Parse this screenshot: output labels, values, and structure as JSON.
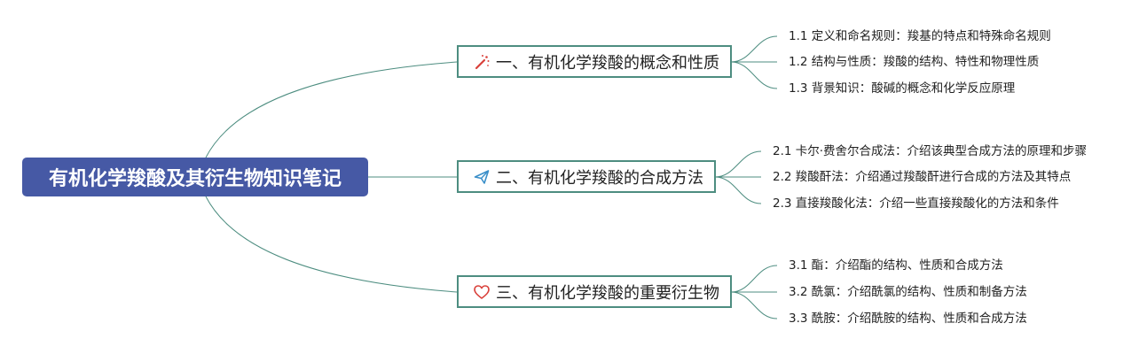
{
  "root": {
    "title": "有机化学羧酸及其衍生物知识笔记"
  },
  "branches": [
    {
      "label": "一、有机化学羧酸的概念和性质",
      "icon": "magic-wand-icon",
      "children": [
        "1.1 定义和命名规则：羧基的特点和特殊命名规则",
        "1.2 结构与性质：羧酸的结构、特性和物理性质",
        "1.3 背景知识：酸碱的概念和化学反应原理"
      ]
    },
    {
      "label": "二、有机化学羧酸的合成方法",
      "icon": "paper-plane-icon",
      "children": [
        "2.1 卡尔·费舍尔合成法：介绍该典型合成方法的原理和步骤",
        "2.2 羧酸酐法：介绍通过羧酸酐进行合成的方法及其特点",
        "2.3 直接羧酸化法：介绍一些直接羧酸化的方法和条件"
      ]
    },
    {
      "label": "三、有机化学羧酸的重要衍生物",
      "icon": "heart-icon",
      "children": [
        "3.1 酯：介绍酯的结构、性质和合成方法",
        "3.2 酰氯：介绍酰氯的结构、性质和制备方法",
        "3.3 酰胺：介绍酰胺的结构、性质和合成方法"
      ]
    }
  ],
  "colors": {
    "root_fill": "#4659a5",
    "root_text": "#ffffff",
    "branch_border": "#4d8d80",
    "connector": "#4d8d80",
    "icon_wand": "#d9403a",
    "icon_plane": "#3a8fc9",
    "icon_heart": "#d9403a"
  }
}
